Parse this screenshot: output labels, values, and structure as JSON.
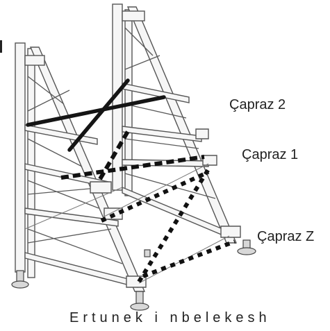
{
  "labels": {
    "capraz_2": "Çapraz 2",
    "capraz_1": "Çapraz 1",
    "capraz_z": "Çapraz Z"
  },
  "caption": "Ertunek i nbelekesh"
}
